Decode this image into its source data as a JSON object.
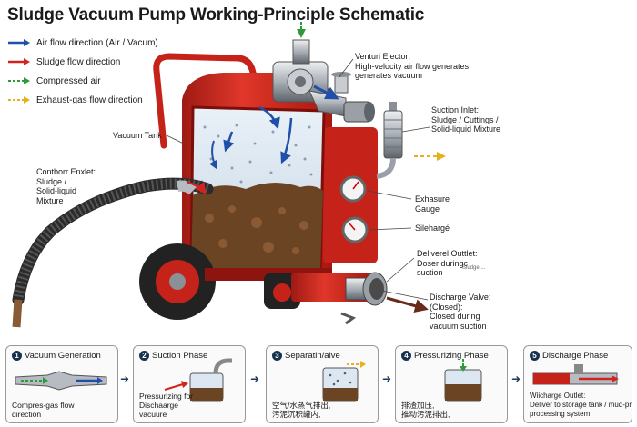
{
  "title": "Sludge Vacuum Pump Working-Principle Schematic",
  "legend": [
    {
      "label": "Air flow direction (Air / Vacum)",
      "color": "#1f4fa8",
      "style": "solid"
    },
    {
      "label": "Sludge flow direction",
      "color": "#d2231f",
      "style": "solid"
    },
    {
      "label": "Compressed air",
      "color": "#2e9a3a",
      "style": "dashed"
    },
    {
      "label": "Exhaust-gas flow direction",
      "color": "#e3b21c",
      "style": "dashed"
    }
  ],
  "callouts": {
    "venturi": [
      "Venturi Ejector:",
      "High-velocity air flow generates",
      "generates vacuum"
    ],
    "suction_inlet": [
      "Suction Inlet:",
      "Sludge / Cuttings /",
      "Solid-liquid Mixture"
    ],
    "vacuum_tank": "Vacuum Tank",
    "outlet": [
      "Contborr Enxlet:",
      "Sludge /",
      "Solid-liquid",
      "Mixture"
    ],
    "exhaust_gauge": [
      "Exhasure",
      "Gauge"
    ],
    "silencer": "Silehargé",
    "delivery": [
      "Deliverel Outtlet:",
      "Doser duringc",
      "suction"
    ],
    "delivery_small": "Sludge ...",
    "discharge_valve": [
      "Discharge Valve:",
      "(Closed):",
      "Closed during",
      "vacuum suction"
    ]
  },
  "steps": [
    {
      "num": "1",
      "title": "Vacuum Generation",
      "text": [
        "Compres-gas flow",
        "direction"
      ]
    },
    {
      "num": "2",
      "title": "Suction Phase",
      "text": [
        "Pressurizing for",
        "Dischaarge",
        "vacuure"
      ]
    },
    {
      "num": "3",
      "title": "Separatin/alve",
      "text": [
        "空气/水蒸气排出,",
        "污泥沉积罐内,"
      ]
    },
    {
      "num": "4",
      "title": "Pressurizing Phase",
      "text": [
        "排渣加压,",
        "推动污泥排出,"
      ]
    },
    {
      "num": "5",
      "title": "Discharge Phase",
      "text": [
        "Wiicharge Outlet:",
        "Deliver to storage tank / mud-pro",
        "processing system"
      ]
    }
  ],
  "colors": {
    "body": "#d52a1f",
    "body_dark": "#8e1410",
    "air": "#1f4fa8",
    "sludge": "#d2231f",
    "compressed": "#2e9a3a",
    "exhaust": "#e3b21c",
    "mud": "#6b4423",
    "steel": "#b7bcc2"
  }
}
